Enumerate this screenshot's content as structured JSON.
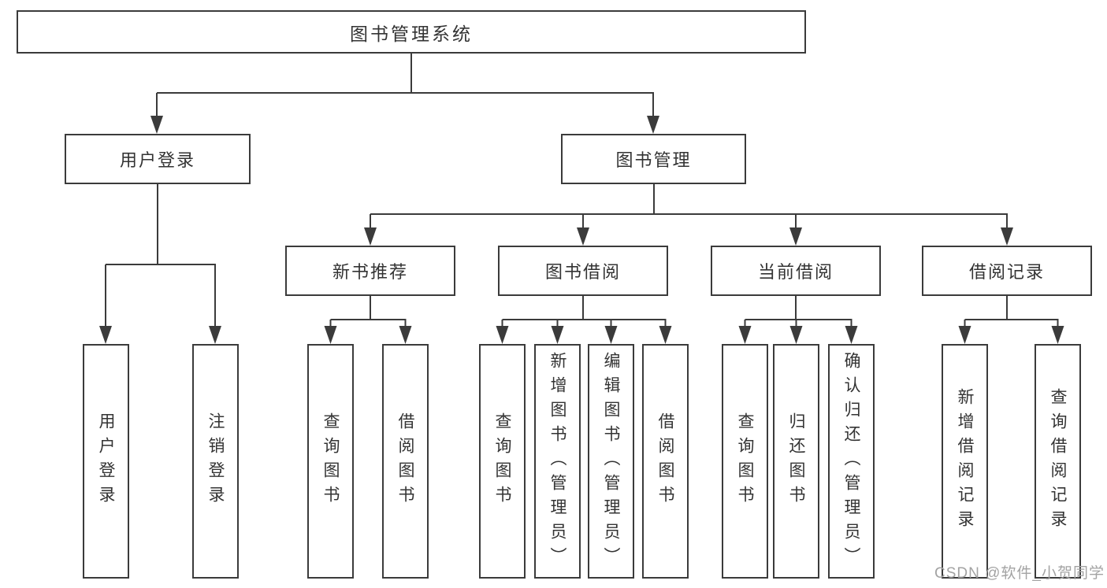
{
  "colors": {
    "background": "#ffffff",
    "line": "#3b3b3b",
    "box_border": "#3b3b3b",
    "text": "#333333",
    "watermark": "#a3a3a3"
  },
  "tree": {
    "root": {
      "label": "图书管理系统"
    },
    "branches": [
      {
        "label": "用户登录",
        "children": [
          {
            "label": "用户登录"
          },
          {
            "label": "注销登录"
          }
        ]
      },
      {
        "label": "图书管理",
        "groups": [
          {
            "label": "新书推荐",
            "children": [
              {
                "label": "查询图书"
              },
              {
                "label": "借阅图书"
              }
            ]
          },
          {
            "label": "图书借阅",
            "children": [
              {
                "label": "查询图书"
              },
              {
                "label": "新增图书（管理员）"
              },
              {
                "label": "编辑图书（管理员）"
              },
              {
                "label": "借阅图书"
              }
            ]
          },
          {
            "label": "当前借阅",
            "children": [
              {
                "label": "查询图书"
              },
              {
                "label": "归还图书"
              },
              {
                "label": "确认归还（管理员）"
              }
            ]
          },
          {
            "label": "借阅记录",
            "children": [
              {
                "label": "新增借阅记录"
              },
              {
                "label": "查询借阅记录"
              }
            ]
          }
        ]
      }
    ]
  },
  "watermark": {
    "text": "CSDN @软件_小贺同学"
  }
}
